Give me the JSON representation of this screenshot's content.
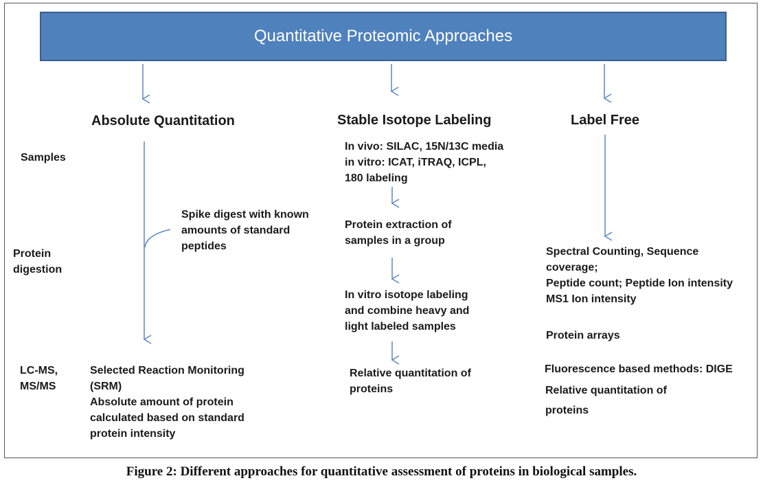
{
  "header": {
    "title": "Quantitative Proteomic Approaches"
  },
  "columns": {
    "absolute": {
      "heading": "Absolute Quantitation",
      "spike_note": "Spike digest with known\namounts of standard\npeptides",
      "result": "Selected Reaction Monitoring\n(SRM)\nAbsolute amount of protein\ncalculated based on standard\nprotein intensity"
    },
    "isotope": {
      "heading": "Stable Isotope Labeling",
      "step1": "In vivo: SILAC, 15N/13C media\nin vitro: ICAT, iTRAQ, ICPL,\n180 labeling",
      "step2": "Protein extraction of\nsamples in a group",
      "step3": "In vitro isotope labeling\nand combine heavy and\nlight labeled samples",
      "result": "Relative quantitation of\nproteins"
    },
    "label_free": {
      "heading": "Label Free",
      "methods": "Spectral Counting, Sequence\ncoverage;\nPeptide count; Peptide Ion intensity\nMS1 Ion intensity",
      "arrays": "Protein arrays",
      "fluorescence": "Fluorescence based methods: DIGE",
      "result_line1": "Relative quantitation of",
      "result_line2": "proteins"
    }
  },
  "row_labels": {
    "samples": "Samples",
    "digestion": "Protein\ndigestion",
    "lcms": "LC-MS,\nMS/MS"
  },
  "caption": {
    "label": "Figure 2:",
    "text": " Different approaches for quantitative assessment of proteins in biological samples."
  },
  "colors": {
    "header_fill": "#4f81bd",
    "header_border": "#385d8a",
    "arrow": "#5b87c1"
  }
}
